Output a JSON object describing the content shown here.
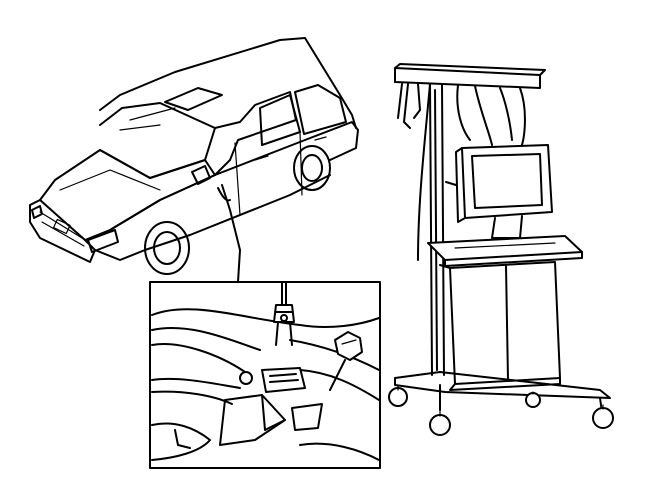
{
  "figure": {
    "background": "#ffffff",
    "ink": "#000000",
    "items": [
      {
        "name": "station-wagon",
        "icon": "car-illustration"
      },
      {
        "name": "diagnostic-connector-detail",
        "icon": "connector-closeup-inset"
      },
      {
        "name": "diagnostic-cart",
        "icon": "test-equipment-cart"
      }
    ]
  }
}
